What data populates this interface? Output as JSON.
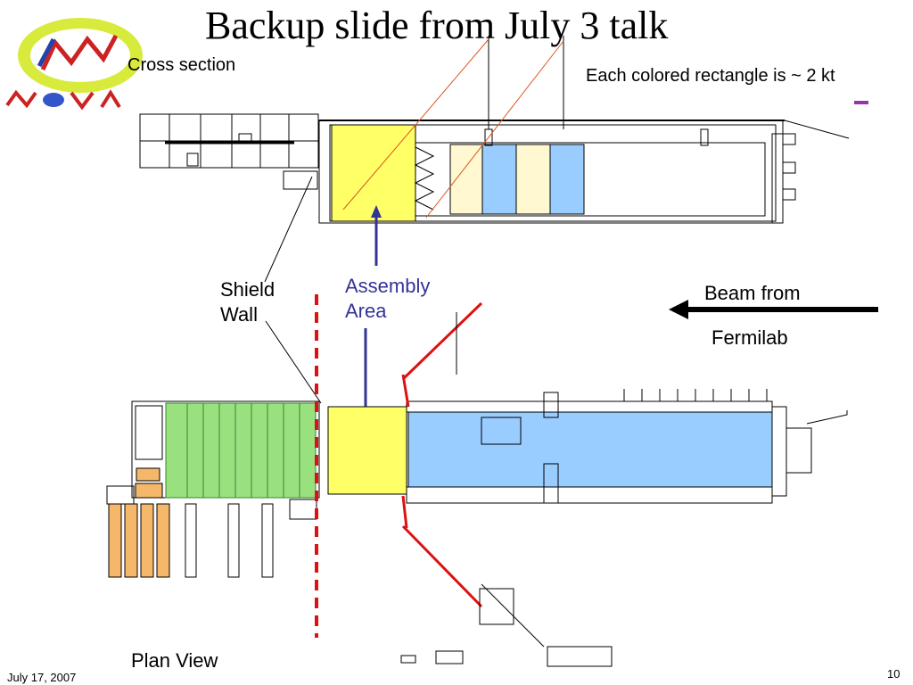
{
  "slide": {
    "title": "Backup slide from July 3 talk",
    "date": "July 17, 2007",
    "page_number": "10"
  },
  "logo": {
    "text": "NOvA"
  },
  "cross_section": {
    "label": "Cross section",
    "note": "Each colored rectangle is ~ 2 kt"
  },
  "labels": {
    "shield_wall_line1": "Shield",
    "shield_wall_line2": "Wall",
    "assembly_line1": "Assembly",
    "assembly_line2": "Area",
    "beam_line1": "Beam from",
    "beam_line2": "Fermilab",
    "plan_view": "Plan View"
  },
  "colors": {
    "assembly_yellow": "#ffff66",
    "detector_blue": "#99ccff",
    "staging_green": "#99e07f",
    "storage_orange": "#f5b86a",
    "shield_red": "#dd1111",
    "arrow_blue": "#333399"
  }
}
